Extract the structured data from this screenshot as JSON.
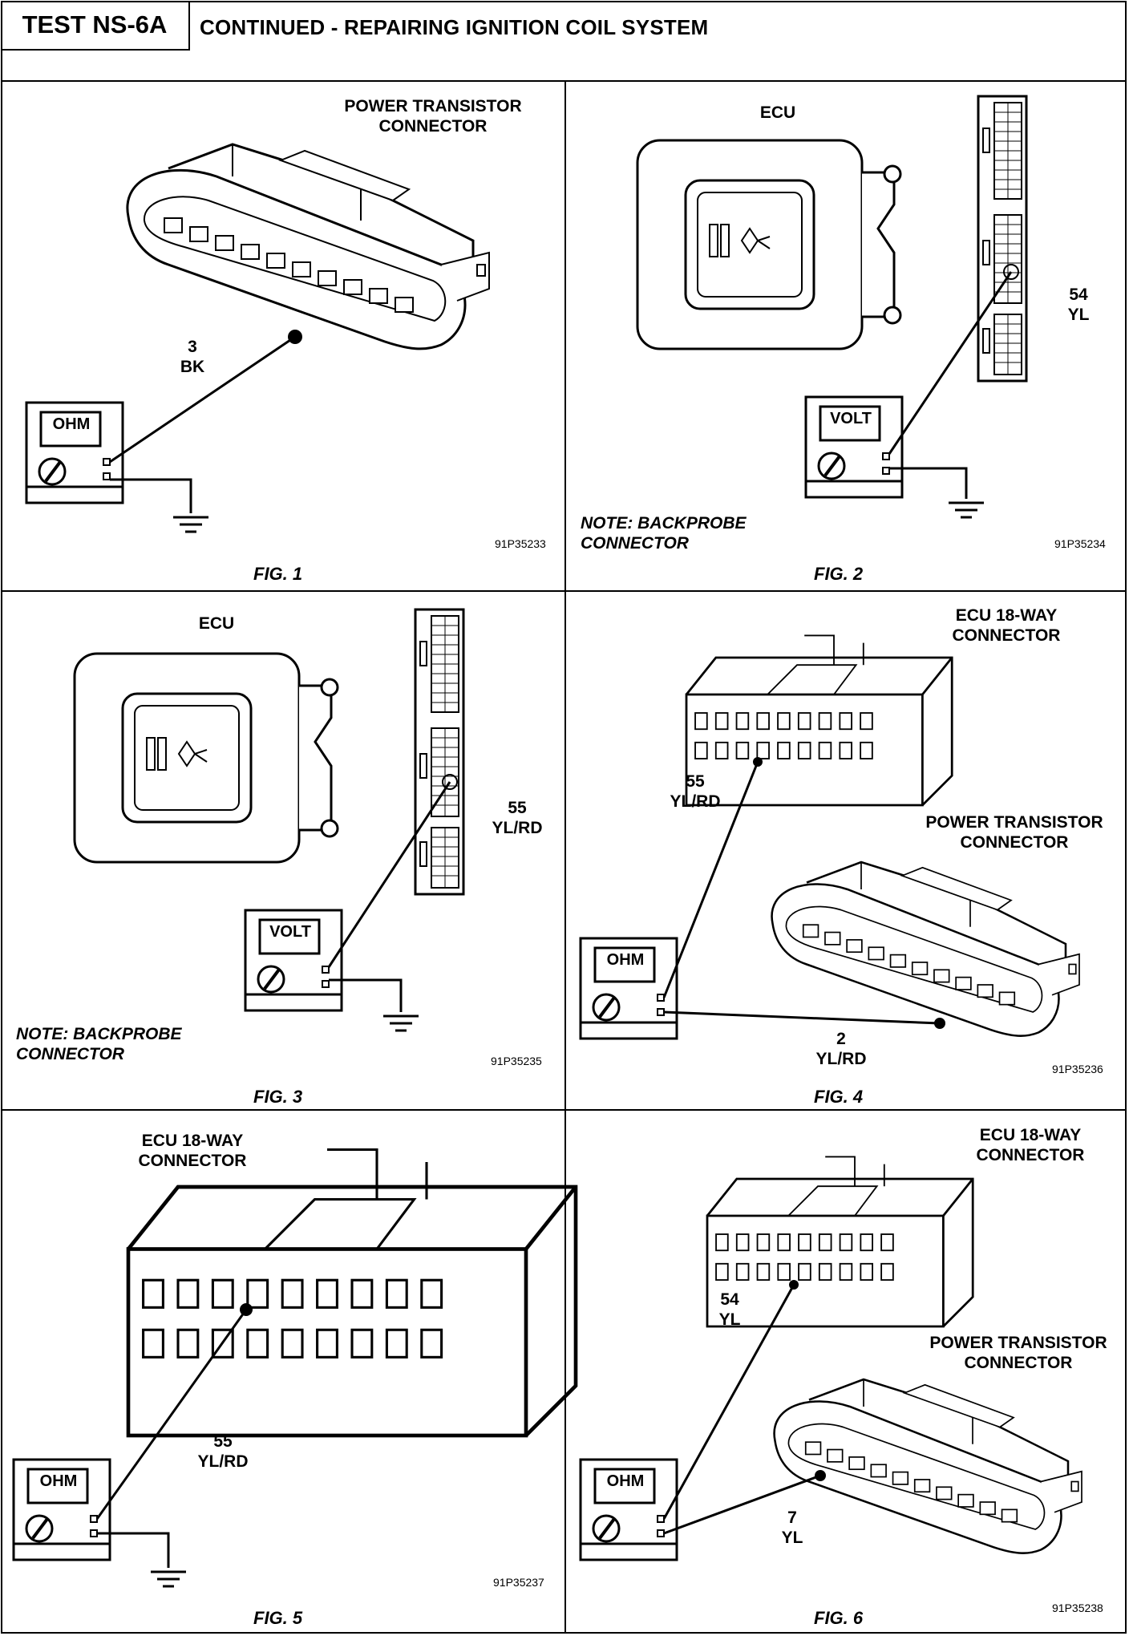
{
  "header": {
    "test_id": "TEST NS-6A",
    "title": "CONTINUED - REPAIRING IGNITION COIL SYSTEM"
  },
  "panels": [
    {
      "figure": "FIG. 1",
      "ref": "91P35233",
      "component": "POWER TRANSISTOR CONNECTOR",
      "pins": [
        {
          "pin": "3",
          "wire": "BK"
        }
      ],
      "meter": "OHM"
    },
    {
      "figure": "FIG. 2",
      "ref": "91P35234",
      "component": "ECU",
      "pins": [
        {
          "pin": "54",
          "wire": "YL"
        }
      ],
      "meter": "VOLT",
      "note": "NOTE: BACKPROBE CONNECTOR"
    },
    {
      "figure": "FIG. 3",
      "ref": "91P35235",
      "component": "ECU",
      "pins": [
        {
          "pin": "55",
          "wire": "YL/RD"
        }
      ],
      "meter": "VOLT",
      "note": "NOTE: BACKPROBE CONNECTOR"
    },
    {
      "figure": "FIG. 4",
      "ref": "91P35236",
      "components": [
        "ECU 18-WAY CONNECTOR",
        "POWER TRANSISTOR CONNECTOR"
      ],
      "pins": [
        {
          "pin": "55",
          "wire": "YL/RD"
        },
        {
          "pin": "2",
          "wire": "YL/RD"
        }
      ],
      "meter": "OHM"
    },
    {
      "figure": "FIG. 5",
      "ref": "91P35237",
      "component": "ECU 18-WAY CONNECTOR",
      "pins": [
        {
          "pin": "55",
          "wire": "YL/RD"
        }
      ],
      "meter": "OHM"
    },
    {
      "figure": "FIG. 6",
      "ref": "91P35238",
      "components": [
        "ECU 18-WAY CONNECTOR",
        "POWER TRANSISTOR CONNECTOR"
      ],
      "pins": [
        {
          "pin": "54",
          "wire": "YL"
        },
        {
          "pin": "7",
          "wire": "YL"
        }
      ],
      "meter": "OHM"
    }
  ]
}
